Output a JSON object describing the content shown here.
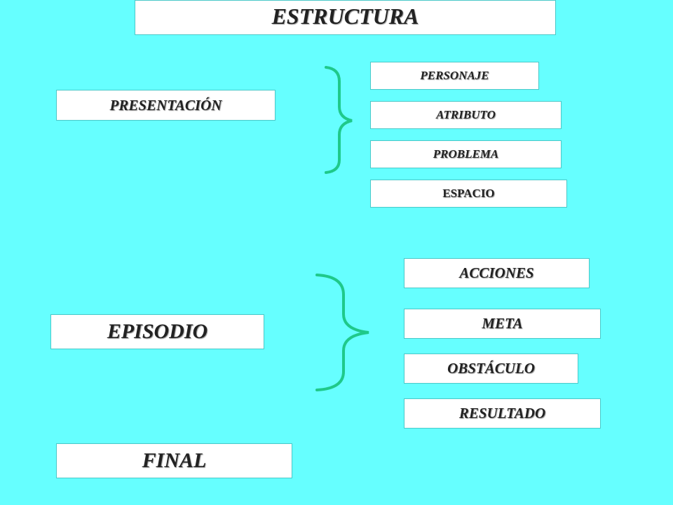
{
  "title": "ESTRUCTURA",
  "sections": {
    "presentacion": "PRESENTACIÓN",
    "episodio": "EPISODIO",
    "final": "FINAL"
  },
  "presentacion_items": {
    "personaje": "PERSONAJE",
    "atributo": "ATRIBUTO",
    "problema": "PROBLEMA",
    "espacio": "ESPACIO"
  },
  "episodio_items": {
    "acciones": "ACCIONES",
    "meta": "META",
    "obstaculo": "OBSTÁCULO",
    "resultado": "RESULTADO"
  },
  "colors": {
    "background": "#66ffff",
    "box": "#ffffff",
    "brace": "#1fc98a"
  }
}
